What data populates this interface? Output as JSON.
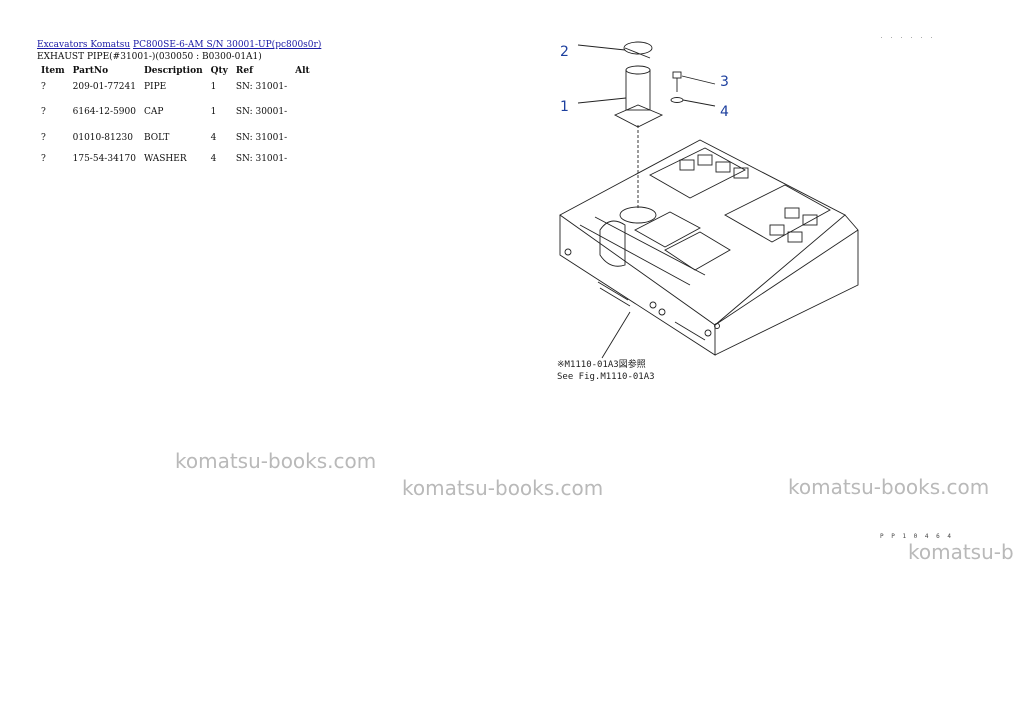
{
  "breadcrumb": {
    "link1": "Excavators Komatsu",
    "link2": "PC800SE-6-AM S/N 30001-UP(pc800s0r)"
  },
  "subtitle": "EXHAUST PIPE(#31001-)(030050 : B0300-01A1)",
  "table": {
    "headers": [
      "Item",
      "PartNo",
      "Description",
      "Qty",
      "Ref",
      "Alt"
    ],
    "rows": [
      {
        "item": "?",
        "part_no": "209-01-77241",
        "description": "PIPE",
        "qty": "1",
        "ref": "SN: 31001-",
        "alt": ""
      },
      {
        "item": "?",
        "part_no": "6164-12-5900",
        "description": "CAP",
        "qty": "1",
        "ref": "SN: 30001-",
        "alt": ""
      },
      {
        "item": "?",
        "part_no": "01010-81230",
        "description": "BOLT",
        "qty": "4",
        "ref": "SN: 31001-",
        "alt": ""
      },
      {
        "item": "?",
        "part_no": "175-54-34170",
        "description": "WASHER",
        "qty": "4",
        "ref": "SN: 31001-",
        "alt": ""
      }
    ]
  },
  "diagram": {
    "callouts": [
      "1",
      "2",
      "3",
      "4"
    ],
    "note_jp": "※M1110-01A3図参照",
    "note_en": "See Fig.M1110-01A3",
    "callout_color": "#1c3f9e"
  },
  "codes": {
    "top_right": ". . . . . .",
    "bottom_right": "P P 1 0 4 6 4"
  },
  "watermark": "komatsu-books.com",
  "watermark_cut": "komatsu-b"
}
